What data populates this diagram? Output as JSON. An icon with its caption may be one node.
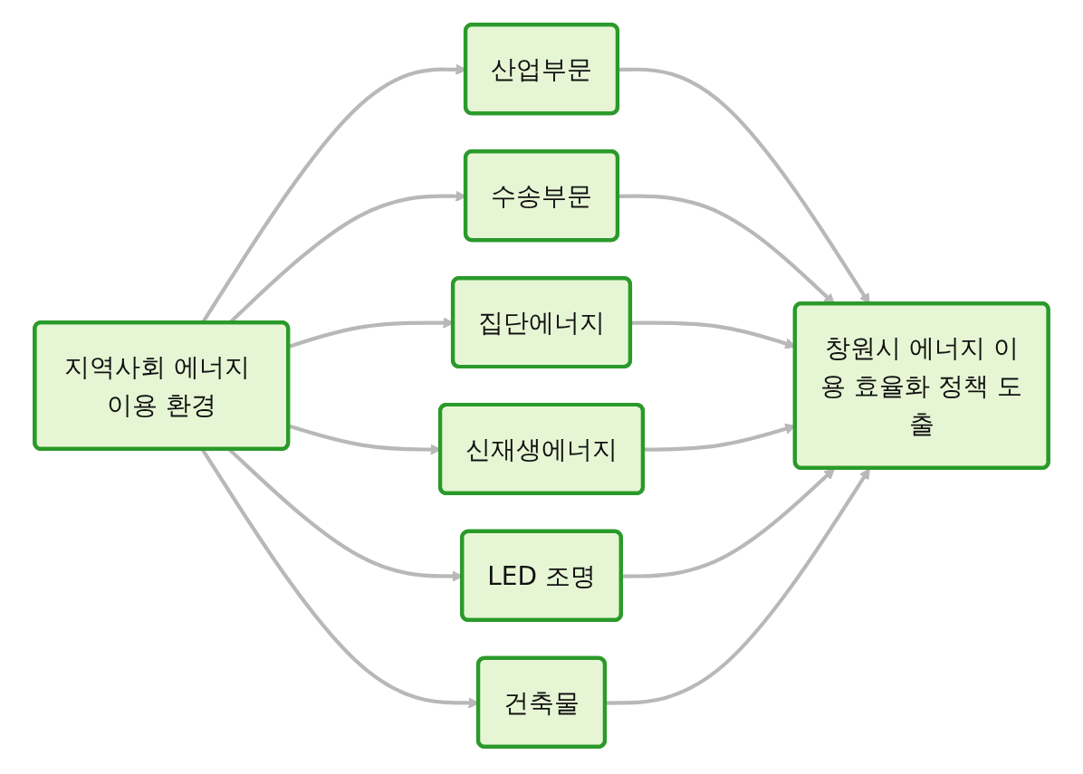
{
  "diagram": {
    "nodes": [
      {
        "text": [
          "지역사회 에너지 이용 환경"
        ]
      },
      {
        "text": [
          "산업부문"
        ]
      },
      {
        "text": [
          "수송부문"
        ]
      },
      {
        "text": [
          "집단에너지"
        ]
      },
      {
        "text": [
          "신재생에너지"
        ]
      },
      {
        "text": [
          "LED 조명"
        ]
      },
      {
        "text": [
          "건축물"
        ]
      },
      {
        "text": [
          "창원시 에너지 이용 효율화 정책 도출"
        ]
      }
    ],
    "edges": [
      {
        "from": 0,
        "to": 1,
        "arrow": "to"
      },
      {
        "from": 0,
        "to": 2,
        "arrow": "to"
      },
      {
        "from": 0,
        "to": 3,
        "arrow": "to"
      },
      {
        "from": 0,
        "to": 4,
        "arrow": "to"
      },
      {
        "from": 0,
        "to": 5,
        "arrow": "to"
      },
      {
        "from": 0,
        "to": 6,
        "arrow": "to"
      },
      {
        "from": 1,
        "to": 7,
        "arrow": "to"
      },
      {
        "from": 2,
        "to": 7,
        "arrow": "to"
      },
      {
        "from": 3,
        "to": 7,
        "arrow": "to"
      },
      {
        "from": 4,
        "to": 7,
        "arrow": "to"
      },
      {
        "from": 5,
        "to": 7,
        "arrow": "to"
      },
      {
        "from": 6,
        "to": 7,
        "arrow": "to"
      }
    ]
  }
}
